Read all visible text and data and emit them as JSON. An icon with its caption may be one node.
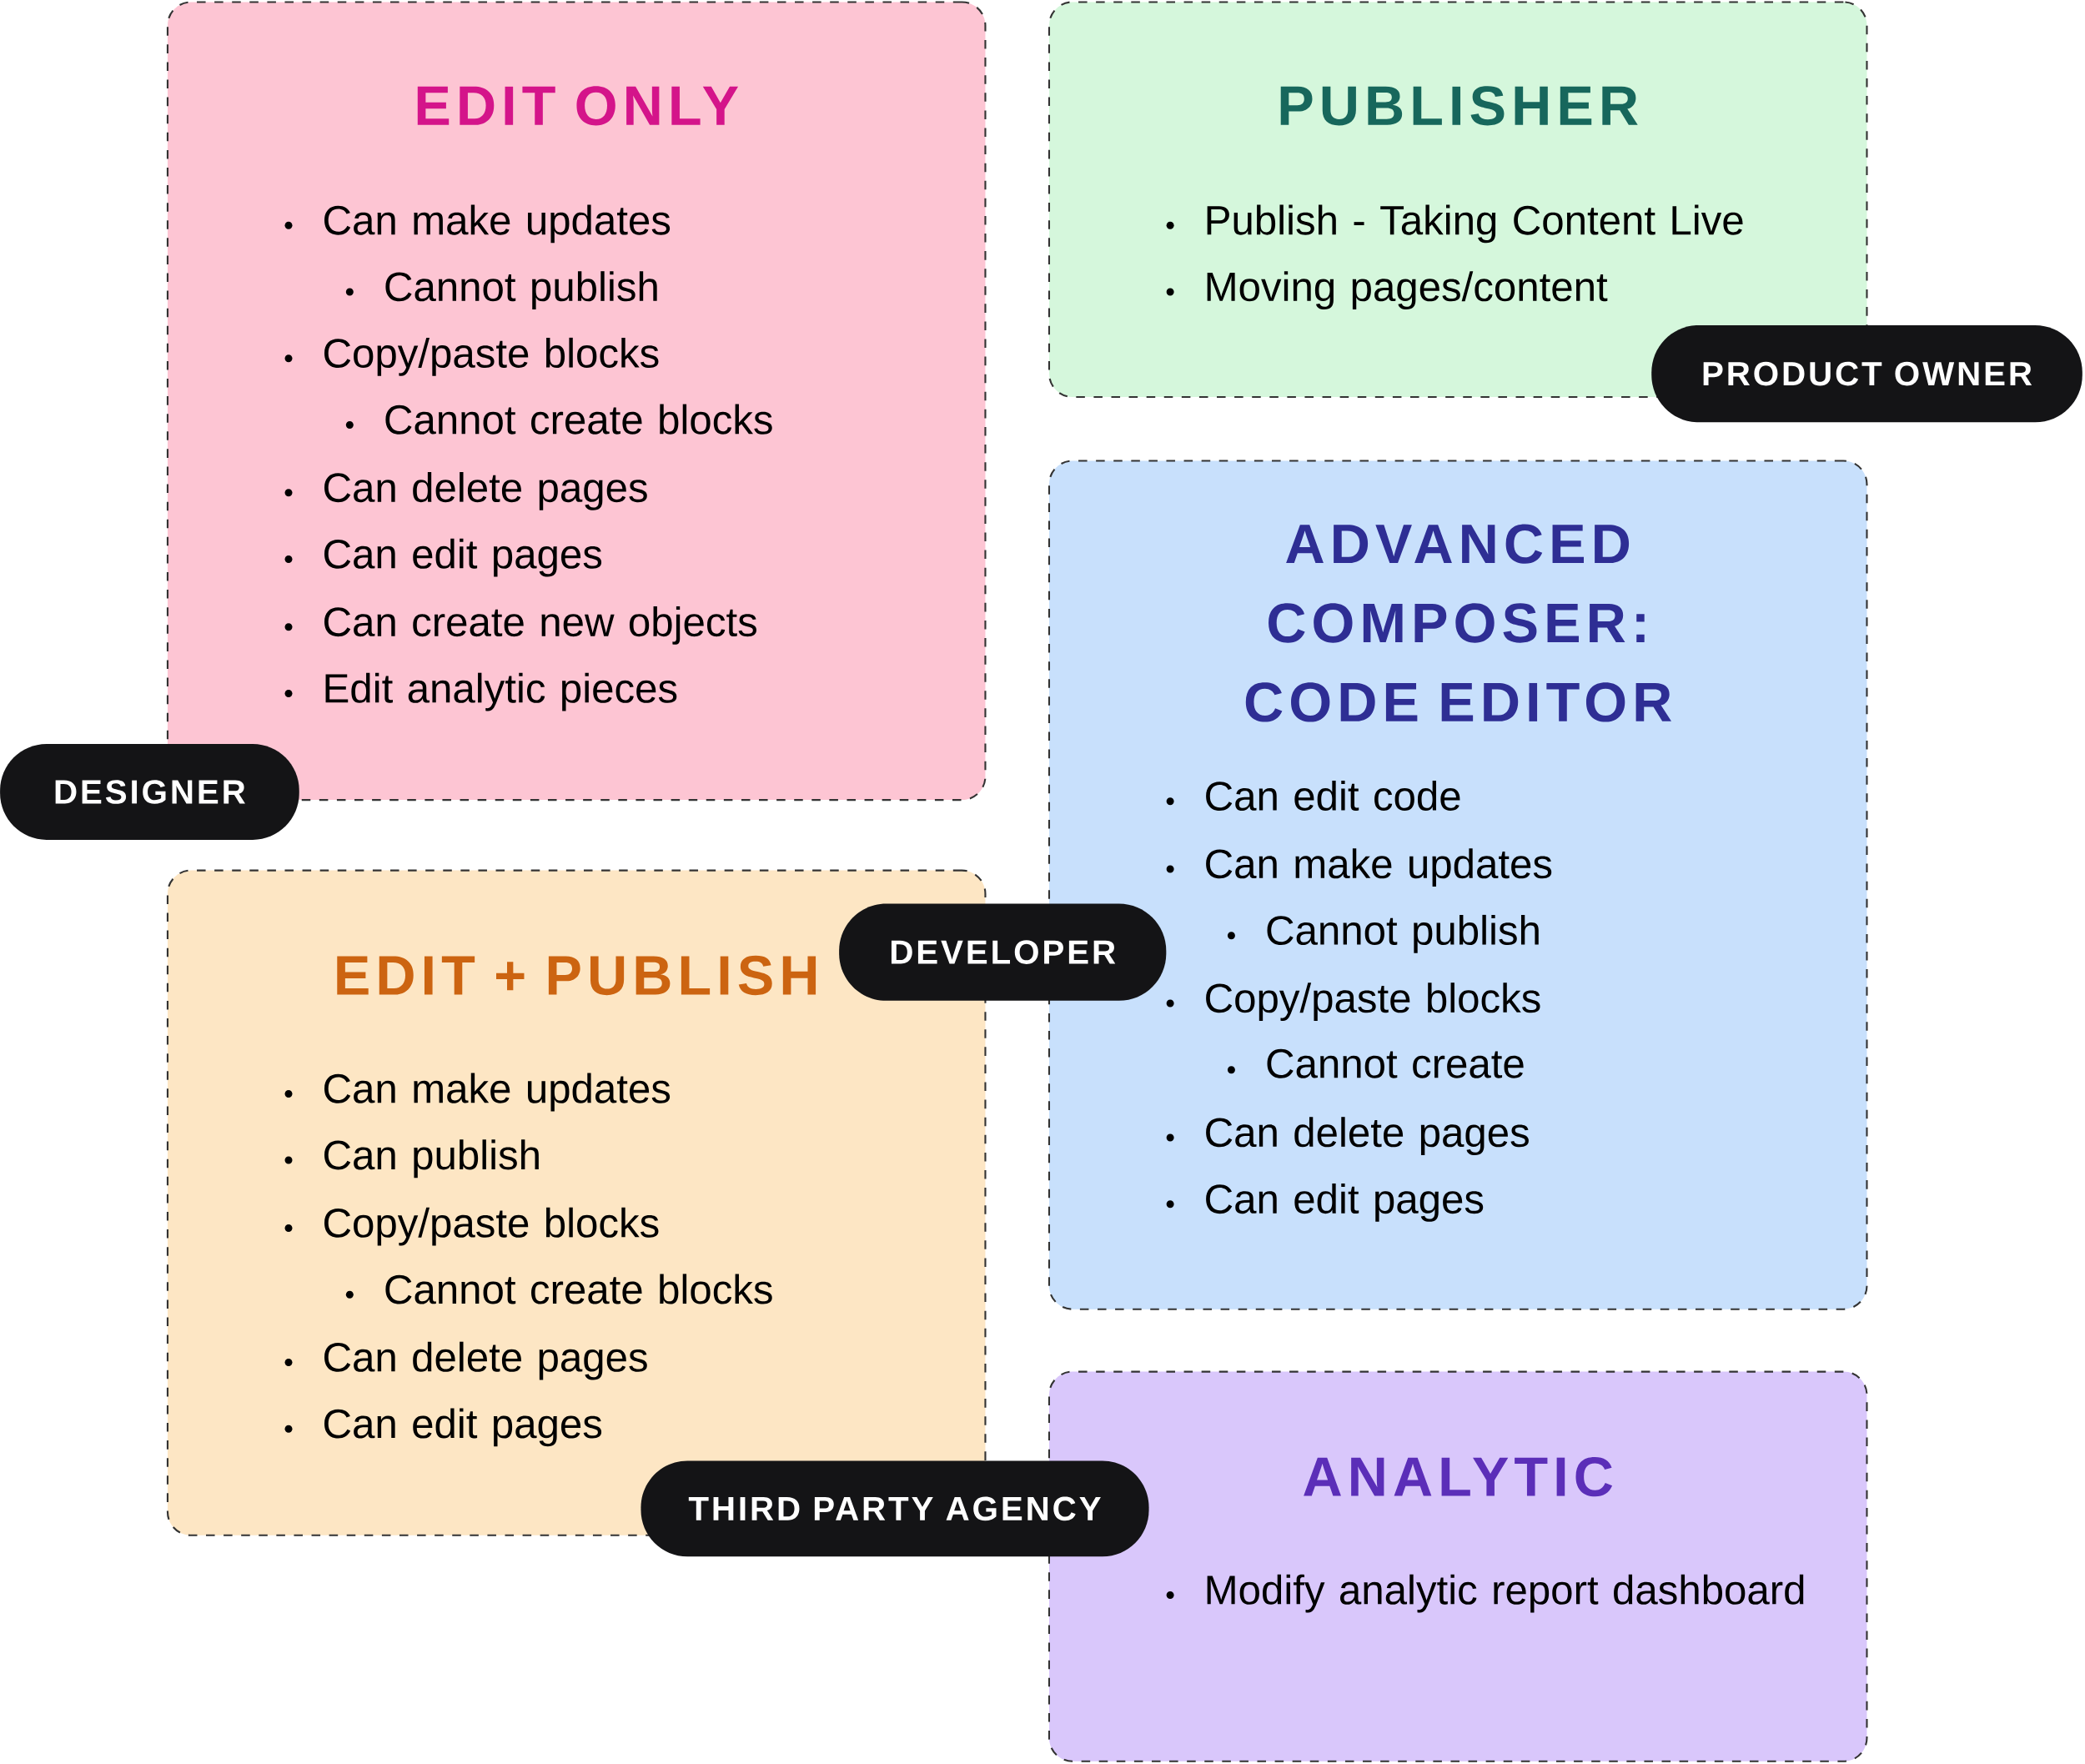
{
  "diagram": {
    "nodes": [
      {
        "text": [
          "EDIT ONLY",
          "Can make updates",
          "Cannot publish",
          "Copy/paste blocks",
          "Cannot create blocks",
          "Can delete pages",
          "Can edit pages",
          "Can create new objects",
          "Edit analytic pieces"
        ]
      },
      {
        "text": [
          "PUBLISHER",
          "Publish - Taking Content Live",
          "Moving pages/content"
        ]
      },
      {
        "text": [
          "ADVANCED COMPOSER: CODE EDITOR",
          "Can edit code",
          "Can make updates",
          "Cannot publish",
          "Copy/paste blocks",
          "Cannot create",
          "Can delete pages",
          "Can edit pages"
        ]
      },
      {
        "text": [
          "EDIT + PUBLISH",
          "Can make updates",
          "Can publish",
          "Copy/paste blocks",
          "Cannot create blocks",
          "Can delete pages",
          "Can edit pages"
        ]
      },
      {
        "text": [
          "ANALYTIC",
          "Modify analytic report dashboard"
        ]
      },
      {
        "text": [
          "DESIGNER"
        ]
      },
      {
        "text": [
          "PRODUCT OWNER"
        ]
      },
      {
        "text": [
          "DEVELOPER"
        ]
      },
      {
        "text": [
          "THIRD PARTY AGENCY"
        ]
      }
    ]
  }
}
